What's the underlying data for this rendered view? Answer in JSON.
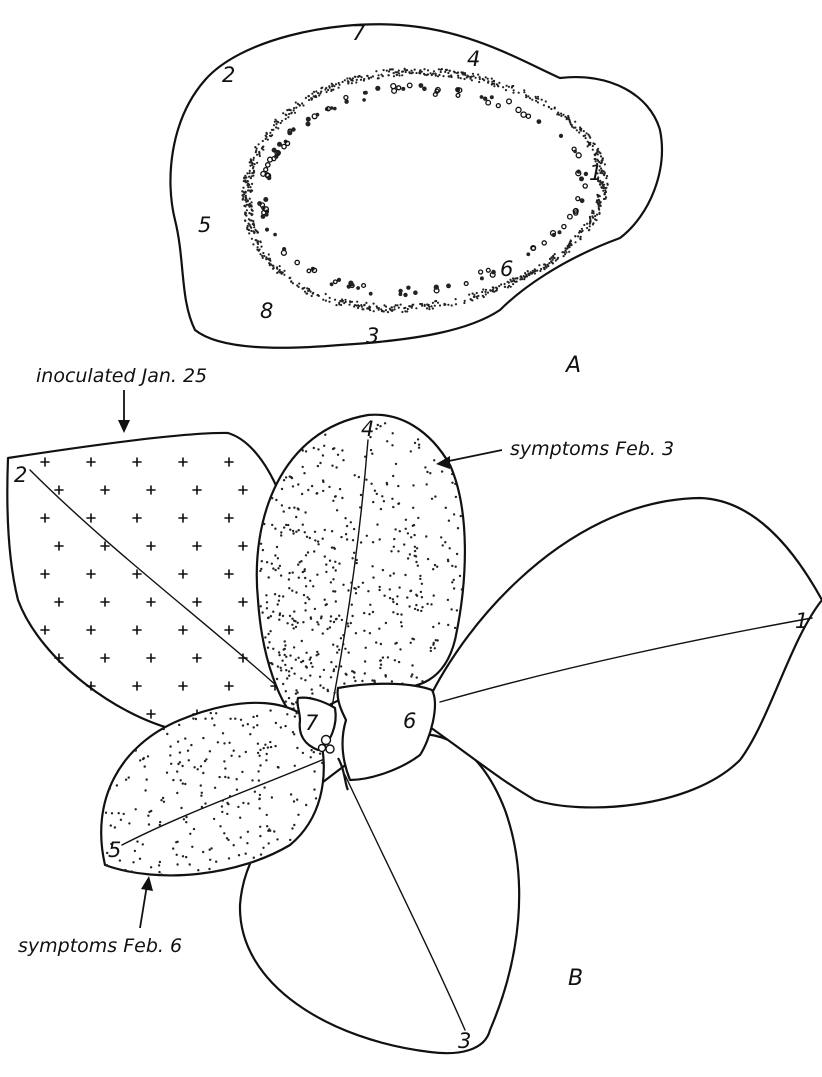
{
  "figure": {
    "panel_a": {
      "letter": "A",
      "bundle_labels": [
        "7",
        "4",
        "2",
        "1",
        "5",
        "6",
        "8",
        "3"
      ]
    },
    "panel_b": {
      "letter": "B",
      "leaf_labels": [
        "2",
        "4",
        "1",
        "7",
        "6",
        "5",
        "3"
      ],
      "annotations": {
        "inoculated": "inoculated Jan. 25",
        "symptoms_leaf4": "symptoms Feb. 3",
        "symptoms_leaf5": "symptoms Feb. 6"
      }
    }
  }
}
